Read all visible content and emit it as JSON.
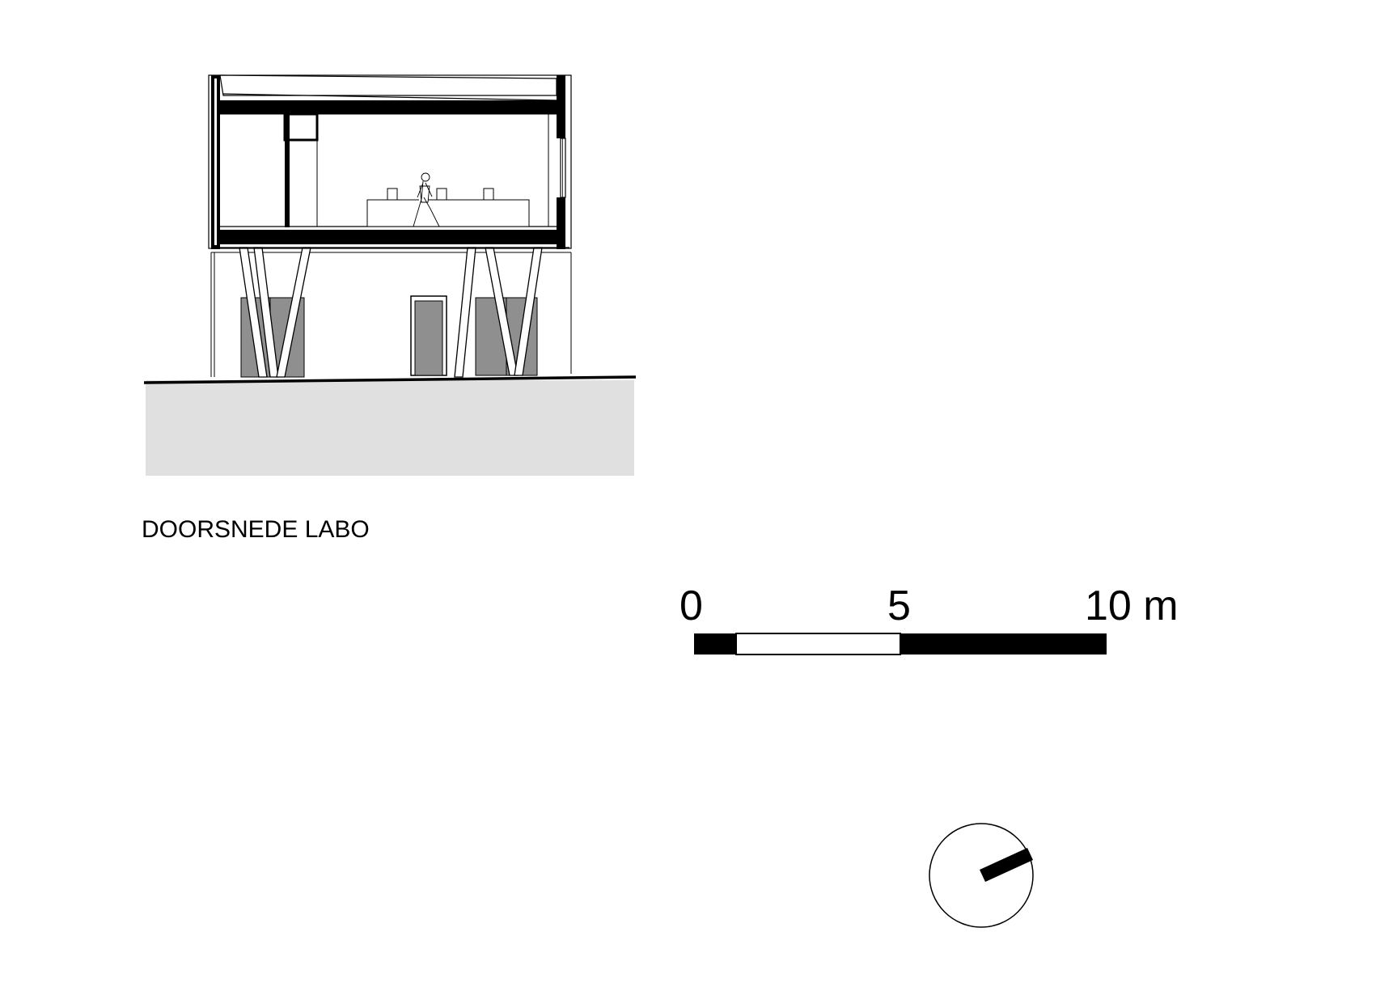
{
  "drawing": {
    "title": "DOORSNEDE LABO",
    "scale_bar": {
      "labels": [
        "0",
        "5",
        "10 m"
      ]
    },
    "north_arrow": {
      "symbol": "north-arrow-icon"
    }
  }
}
